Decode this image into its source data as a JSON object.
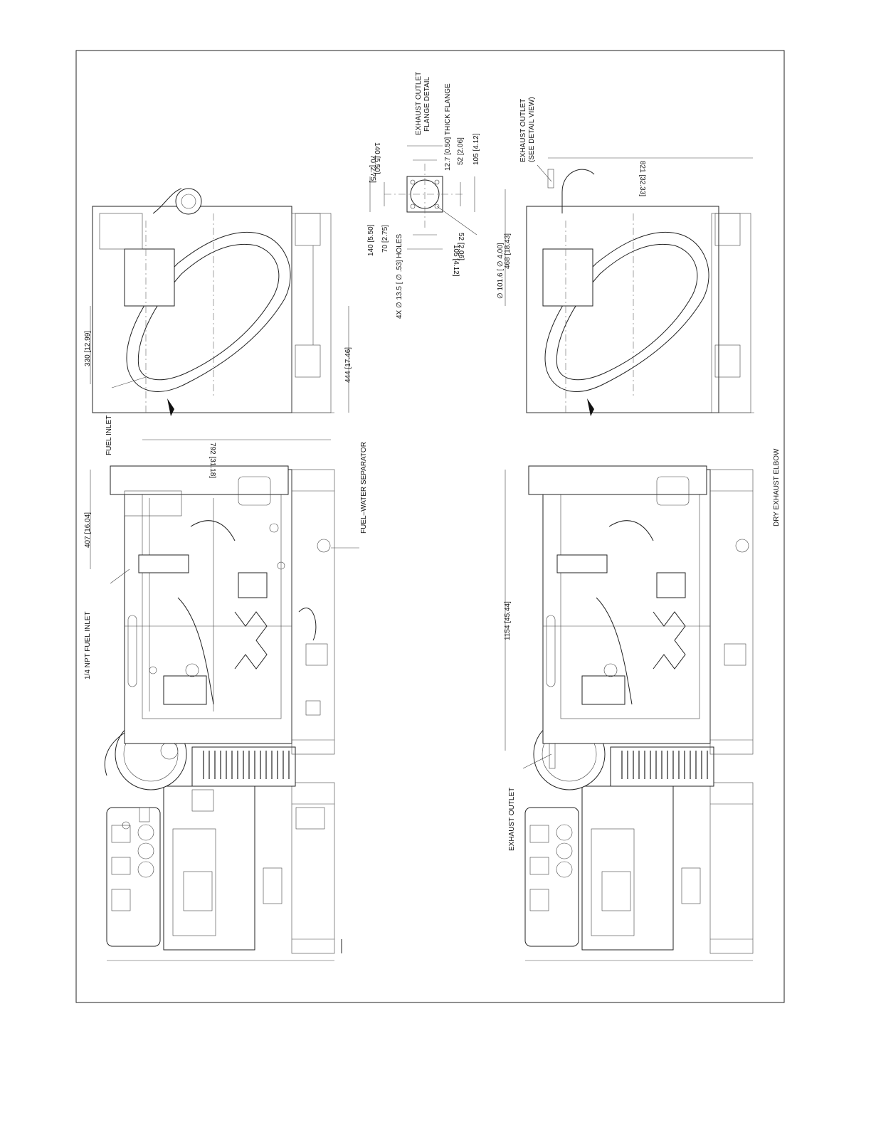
{
  "drawing": {
    "labels": {
      "npt_fuel_inlet": "1/4 NPT FUEL INLET",
      "fuel_inlet": "FUEL INLET",
      "fuel_water_separator": "FUEL–WATER SEPARATOR",
      "exhaust_outlet": "EXHAUST OUTLET",
      "dry_exhaust_elbow": "DRY EXHAUST ELBOW",
      "exhaust_outlet_detail_1": "EXHAUST OUTLET",
      "exhaust_outlet_detail_2": "(SEE DETAIL VIEW)",
      "flange_detail_1": "EXHAUST OUTLET",
      "flange_detail_2": "FLANGE DETAIL",
      "thick_flange": "12.7 [0.50] THICK FLANGE",
      "holes": "4X  ∅ 13.5 [  ∅ .53] HOLES",
      "dia_outlet": "∅ 101.6 [  ∅ 4.00]"
    },
    "dimensions": {
      "d407": "407 [16.04]",
      "d792": "792 [31.18]",
      "d330": "330 [12.99]",
      "d444": "444 [17.46]",
      "d1154": "1154 [45.44]",
      "d468": "468 [18.43]",
      "d821": "821 [32.33]",
      "f140a": "140 [5.50]",
      "f70a": "70 [2.75]",
      "f52a": "52 [2.06]",
      "f105a": "105 [4.12]",
      "f140b": "140 [5.50]",
      "f70b": "70 [2.75]",
      "f52b": "52 [2.06]",
      "f105b": "105 [4.12]"
    }
  }
}
